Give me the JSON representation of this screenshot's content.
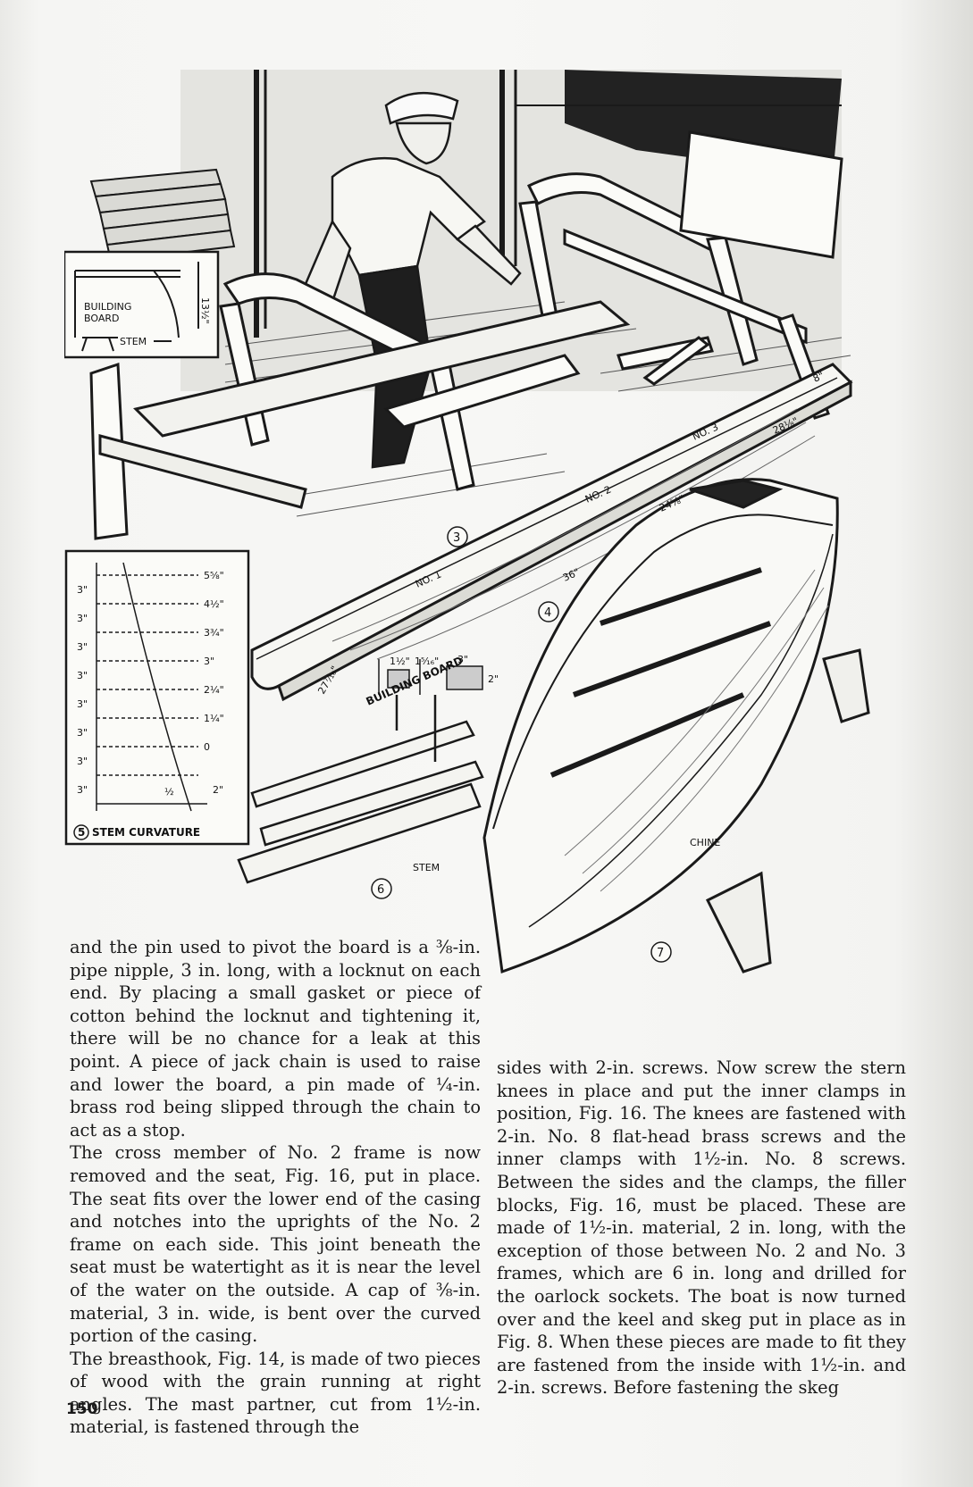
{
  "page": {
    "folio": "150"
  },
  "figure": {
    "inset_building_board": {
      "label_building": "BUILDING",
      "label_board": "BOARD",
      "label_stem": "STEM",
      "dim": "13½\""
    },
    "fig3_callout": "3",
    "fig4": {
      "callout": "4",
      "label_building_board": "BUILDING BOARD",
      "no1": "NO. 1",
      "no2": "NO. 2",
      "no3": "NO. 3",
      "dim_36": "36\"",
      "dim_24": "24⅝\"",
      "dim_28": "28⅛\"",
      "dim_8": "8\"",
      "dim_27": "27⁷⁄₁₆\"",
      "dim_1_half": "1½\"",
      "dim_1_sixteenth": "1⁵⁄₁₆\"",
      "dim_3": "3\"",
      "dim_2": "2\""
    },
    "fig5": {
      "caption_num": "5",
      "caption": "STEM CURVATURE",
      "spacing": [
        "3\"",
        "3\"",
        "3\"",
        "3\"",
        "3\"",
        "3\"",
        "3\"",
        "3\""
      ],
      "offsets": [
        "5⅝\"",
        "4½\"",
        "3¾\"",
        "3\"",
        "2¼\"",
        "1¼\"",
        "0",
        "2\""
      ],
      "half": "½"
    },
    "fig6": {
      "callout": "6",
      "label_stem": "STEM"
    },
    "fig7": {
      "callout": "7",
      "label_chine": "CHINE"
    }
  },
  "text": {
    "left_column": [
      "and the pin used to pivot the board is a ⅜-in. pipe nipple, 3 in. long, with a locknut on each end. By placing a small gasket or piece of cotton behind the locknut and tightening it, there will be no chance for a leak at this point. A piece of jack chain is used to raise and lower the board, a pin made of ¼-in. brass rod being slipped through the chain to act as a stop.",
      "The cross member of No. 2 frame is now removed and the seat, Fig. 16, put in place. The seat fits over the lower end of the casing and notches into the uprights of the No. 2 frame on each side. This joint beneath the seat must be watertight as it is near the level of the water on the outside. A cap of ⅜-in. material, 3 in. wide, is bent over the curved portion of the casing.",
      "The breasthook, Fig. 14, is made of two pieces of wood with the grain running at right angles. The mast partner, cut from 1½-in. material, is fastened through the"
    ],
    "right_column": [
      "sides with 2-in. screws. Now screw the stern knees in place and put the inner clamps in position, Fig. 16. The knees are fastened with 2-in. No. 8 flat-head brass screws and the inner clamps with 1½-in. No. 8 screws. Between the sides and the clamps, the filler blocks, Fig. 16, must be placed. These are made of 1½-in. material, 2 in. long, with the exception of those between No. 2 and No. 3 frames, which are 6 in. long and drilled for the oarlock sockets. The boat is now turned over and the keel and skeg put in place as in Fig. 8. When these pieces are made to fit they are fastened from the inside with 1½-in. and 2-in. screws. Before fastening the skeg"
    ]
  },
  "colors": {
    "ink": "#1a1a1a",
    "paper": "#f4f4f2"
  }
}
